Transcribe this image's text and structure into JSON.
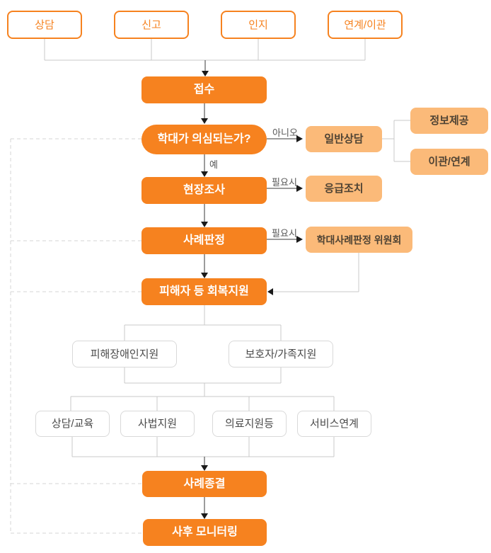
{
  "diagram": {
    "sources": [
      {
        "label": "상담"
      },
      {
        "label": "신고"
      },
      {
        "label": "인지"
      },
      {
        "label": "연계/이관"
      }
    ],
    "nodes": {
      "intake": {
        "label": "접수"
      },
      "decision": {
        "label": "학대가 의심되는가?"
      },
      "general_counseling": {
        "label": "일반상담"
      },
      "info_provision": {
        "label": "정보제공"
      },
      "transfer_link": {
        "label": "이관/연계"
      },
      "field_investigation": {
        "label": "현장조사"
      },
      "emergency_measures": {
        "label": "응급조치"
      },
      "case_judgment": {
        "label": "사례판정"
      },
      "committee": {
        "label": "학대사례판정 위원회"
      },
      "recovery_support": {
        "label": "피해자 등 회복지원"
      },
      "victim_support": {
        "label": "피해장애인지원"
      },
      "guardian_family_support": {
        "label": "보호자/가족지원"
      },
      "service_counsel_edu": {
        "label": "상담/교육"
      },
      "service_legal": {
        "label": "사법지원"
      },
      "service_medical": {
        "label": "의료지원등"
      },
      "service_link": {
        "label": "서비스연계"
      },
      "case_closure": {
        "label": "사례종결"
      },
      "post_monitoring": {
        "label": "사후 모니터링"
      }
    },
    "edge_labels": {
      "no": "아니오",
      "yes": "예",
      "if_needed_investigation": "필요시",
      "if_needed_judgment": "필요시"
    },
    "colors": {
      "primary_orange": "#f6821f",
      "light_orange": "#fbba79",
      "connector_gray": "#c9c9c9",
      "dashed_gray": "#d4d4d4",
      "arrow_dark": "#3a3a3a",
      "plain_border_gray": "#d9d9d9",
      "text_dark": "#4a4a4a"
    }
  }
}
